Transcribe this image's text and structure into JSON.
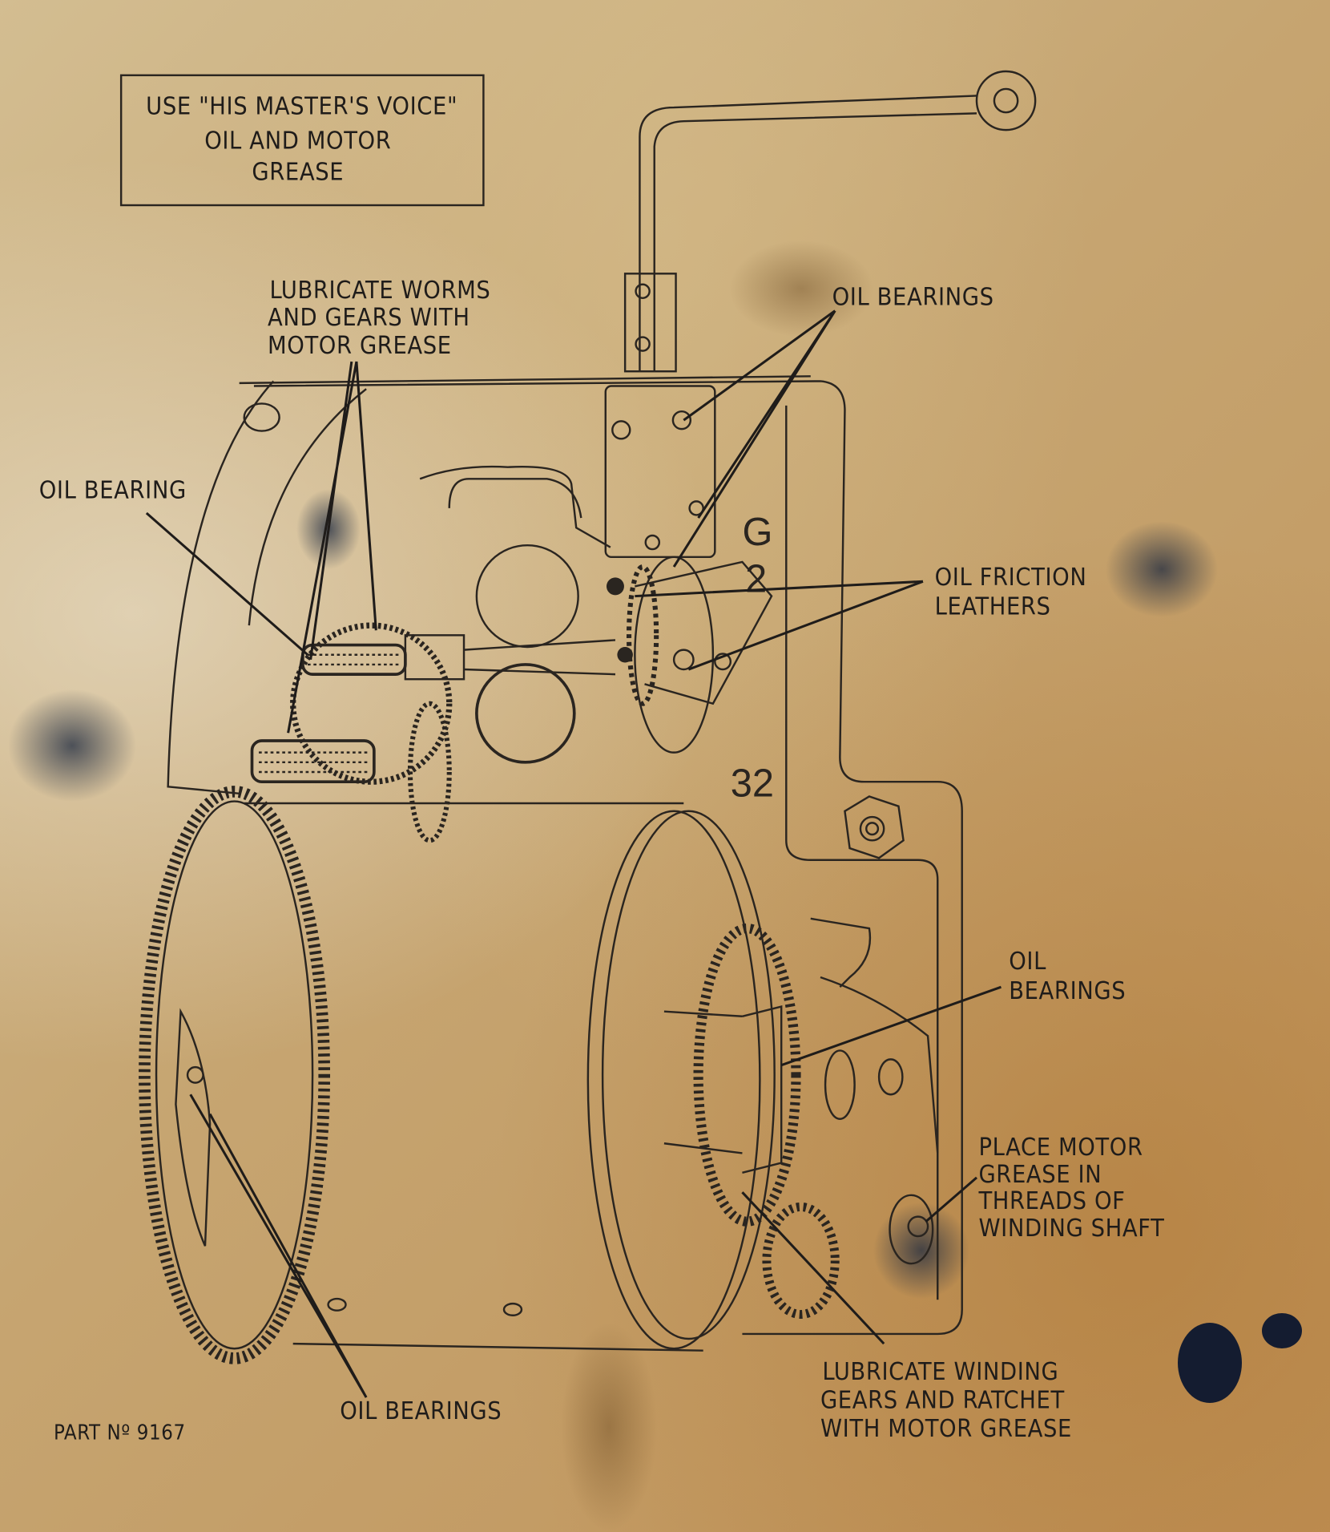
{
  "notice_box": {
    "lines": [
      "USE \"HIS MASTER'S VOICE\"",
      "OIL AND MOTOR",
      "GREASE"
    ]
  },
  "labels": {
    "lubricate_worms": [
      "LUBRICATE WORMS",
      "AND GEARS WITH",
      "MOTOR GREASE"
    ],
    "oil_bearings_top": "OIL BEARINGS",
    "oil_bearing_left": "OIL BEARING",
    "oil_friction_leathers": [
      "OIL FRICTION",
      "LEATHERS"
    ],
    "oil_bearings_right": [
      "OIL",
      "BEARINGS"
    ],
    "place_motor_grease": [
      "PLACE MOTOR",
      "GREASE IN",
      "THREADS OF",
      "WINDING SHAFT"
    ],
    "oil_bearings_bottom": "OIL BEARINGS",
    "lubricate_winding": [
      "LUBRICATE WINDING",
      "GEARS AND RATCHET",
      "WITH MOTOR GREASE"
    ],
    "part_number": "PART Nº 9167"
  },
  "markings": {
    "casting_letter": "G",
    "casting_digit": "2",
    "casting_number": "32"
  },
  "colors": {
    "paper": "#c6a571",
    "ink": "#2a2520",
    "stain": "#1e2a40"
  }
}
